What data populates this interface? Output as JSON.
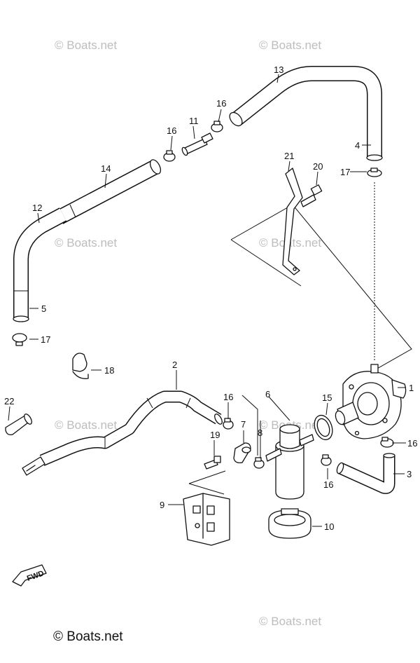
{
  "watermark": {
    "text": "© Boats.net"
  },
  "brand": {
    "text": "© Boats.net"
  },
  "fwd": {
    "text": "FWD"
  },
  "labels": {
    "p1": "1",
    "p2": "2",
    "p3": "3",
    "p4": "4",
    "p5": "5",
    "p6": "6",
    "p7": "7",
    "p8": "8",
    "p9": "9",
    "p10": "10",
    "p11": "11",
    "p12": "12",
    "p13": "13",
    "p14": "14",
    "p15": "15",
    "p16a": "16",
    "p16b": "16",
    "p16c": "16",
    "p16d": "16",
    "p16e": "16",
    "p17a": "17",
    "p17b": "17",
    "p18": "18",
    "p19": "19",
    "p20": "20",
    "p21": "21",
    "p22": "22"
  }
}
